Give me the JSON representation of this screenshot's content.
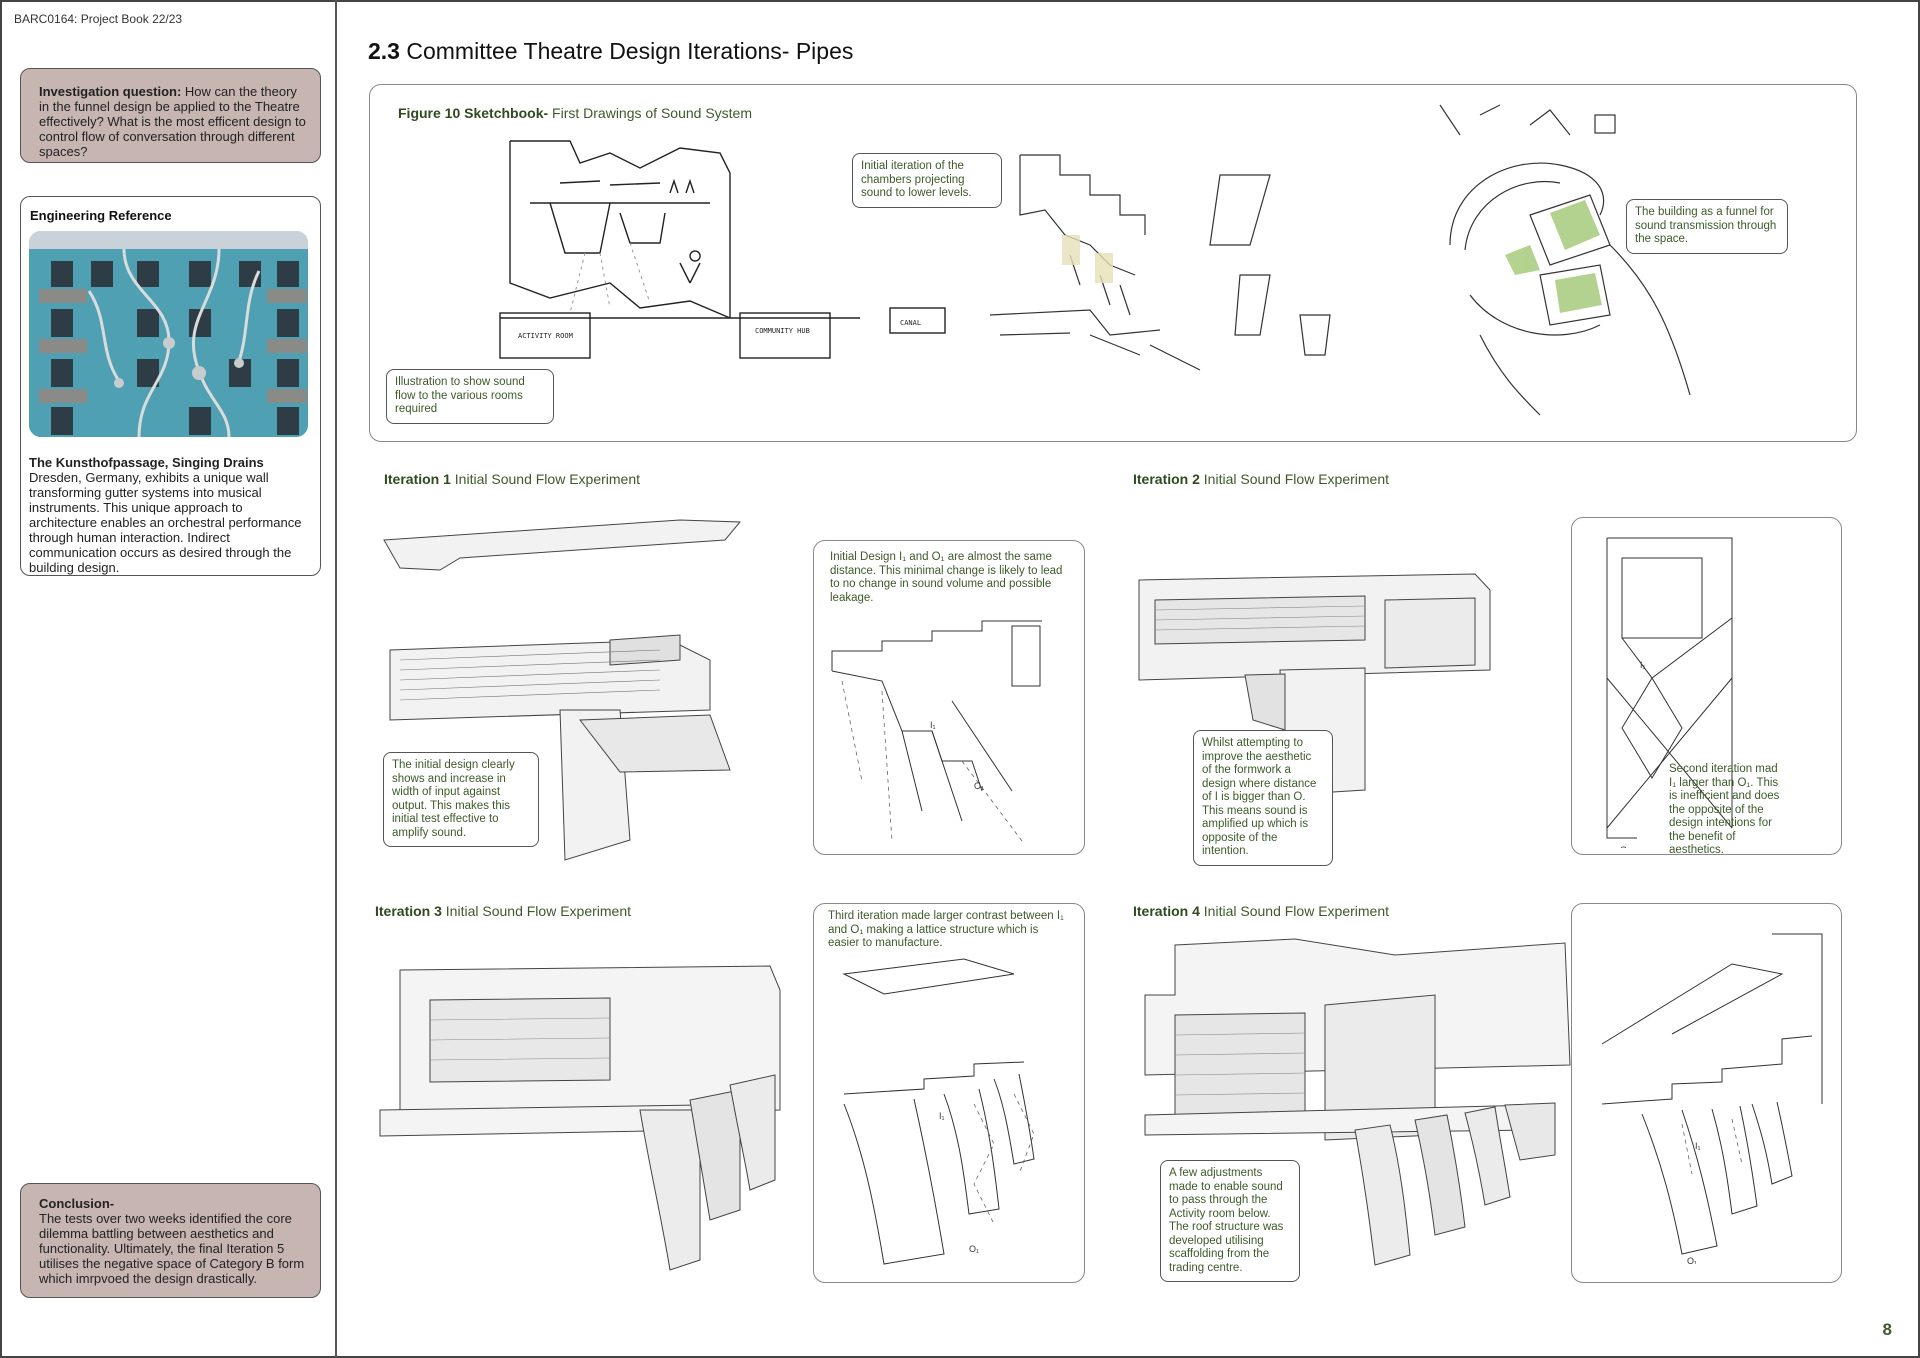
{
  "header": {
    "code": "BARC0164: Project Book 22/23"
  },
  "sidebar": {
    "investigation": {
      "label": "Investigation question:",
      "text": "How can the theory in the funnel design be applied to the Theatre effectively? What is the most efficent design to control flow of conversation through different spaces?"
    },
    "engineering": {
      "title": "Engineering Reference",
      "caption_title": "The Kunsthofpassage, Singing Drains",
      "caption_text": "Dresden, Germany, exhibits a unique wall transforming gutter systems into musical instruments. This unique approach to architecture enables an orchestral performance through human interaction. Indirect communication occurs as desired through the building design."
    },
    "conclusion": {
      "label": "Conclusion-",
      "text": "The tests over two weeks identified the core dilemma battling between aesthetics and functionality. Ultimately, the final Iteration 5 utilises the negative space of Category B form which imrpvoed the design drastically."
    }
  },
  "title": {
    "number": "2.3",
    "text": "Committee Theatre Design Iterations- Pipes"
  },
  "figure10": {
    "label": "Figure 10 Sketchbook-",
    "subtitle": "First Drawings of Sound System",
    "callout_left": "Illustration to show sound flow to the various rooms required",
    "callout_mid": "Initial iteration of the chambers projecting sound to lower levels.",
    "callout_right": "The building as a funnel for sound transmission through the space.",
    "sketch_labels": {
      "activity": "ACTIVITY ROOM",
      "community": "COMMUNITY HUB",
      "canal": "CANAL"
    }
  },
  "iterations": [
    {
      "label": "Iteration 1",
      "subtitle": "Initial Sound Flow Experiment",
      "callout_a": "The initial design clearly shows and increase in width of input against output. This makes this initial test effective to amplify sound.",
      "callout_b": "Initial Design I₁ and O₁ are almost the same distance. This minimal change is likely to lead to no change in sound volume and possible leakage."
    },
    {
      "label": "Iteration 2",
      "subtitle": "Initial Sound Flow Experiment",
      "callout_a": "Whilst attempting to improve the aesthetic of the formwork a design where distance of I is bigger than O. This means sound is amplified up which is opposite of the intention.",
      "callout_b": "Second iteration mad I₁ larger than O₁. This is inefficient and does the opposite of the design intentions for the benefit of aesthetics."
    },
    {
      "label": "Iteration 3",
      "subtitle": "Initial Sound Flow Experiment",
      "callout_b": "Third iteration made larger contrast between I₁ and O₁ making a lattice structure which is easier to manufacture."
    },
    {
      "label": "Iteration 4",
      "subtitle": "Initial Sound Flow Experiment",
      "callout_a": "A few adjustments made to enable sound to pass through the Activity room below. The roof structure was developed utilising scaffolding from the trading centre."
    }
  ],
  "dim_labels": {
    "i1": "I₁",
    "o1": "O₁"
  },
  "page_number": "8"
}
